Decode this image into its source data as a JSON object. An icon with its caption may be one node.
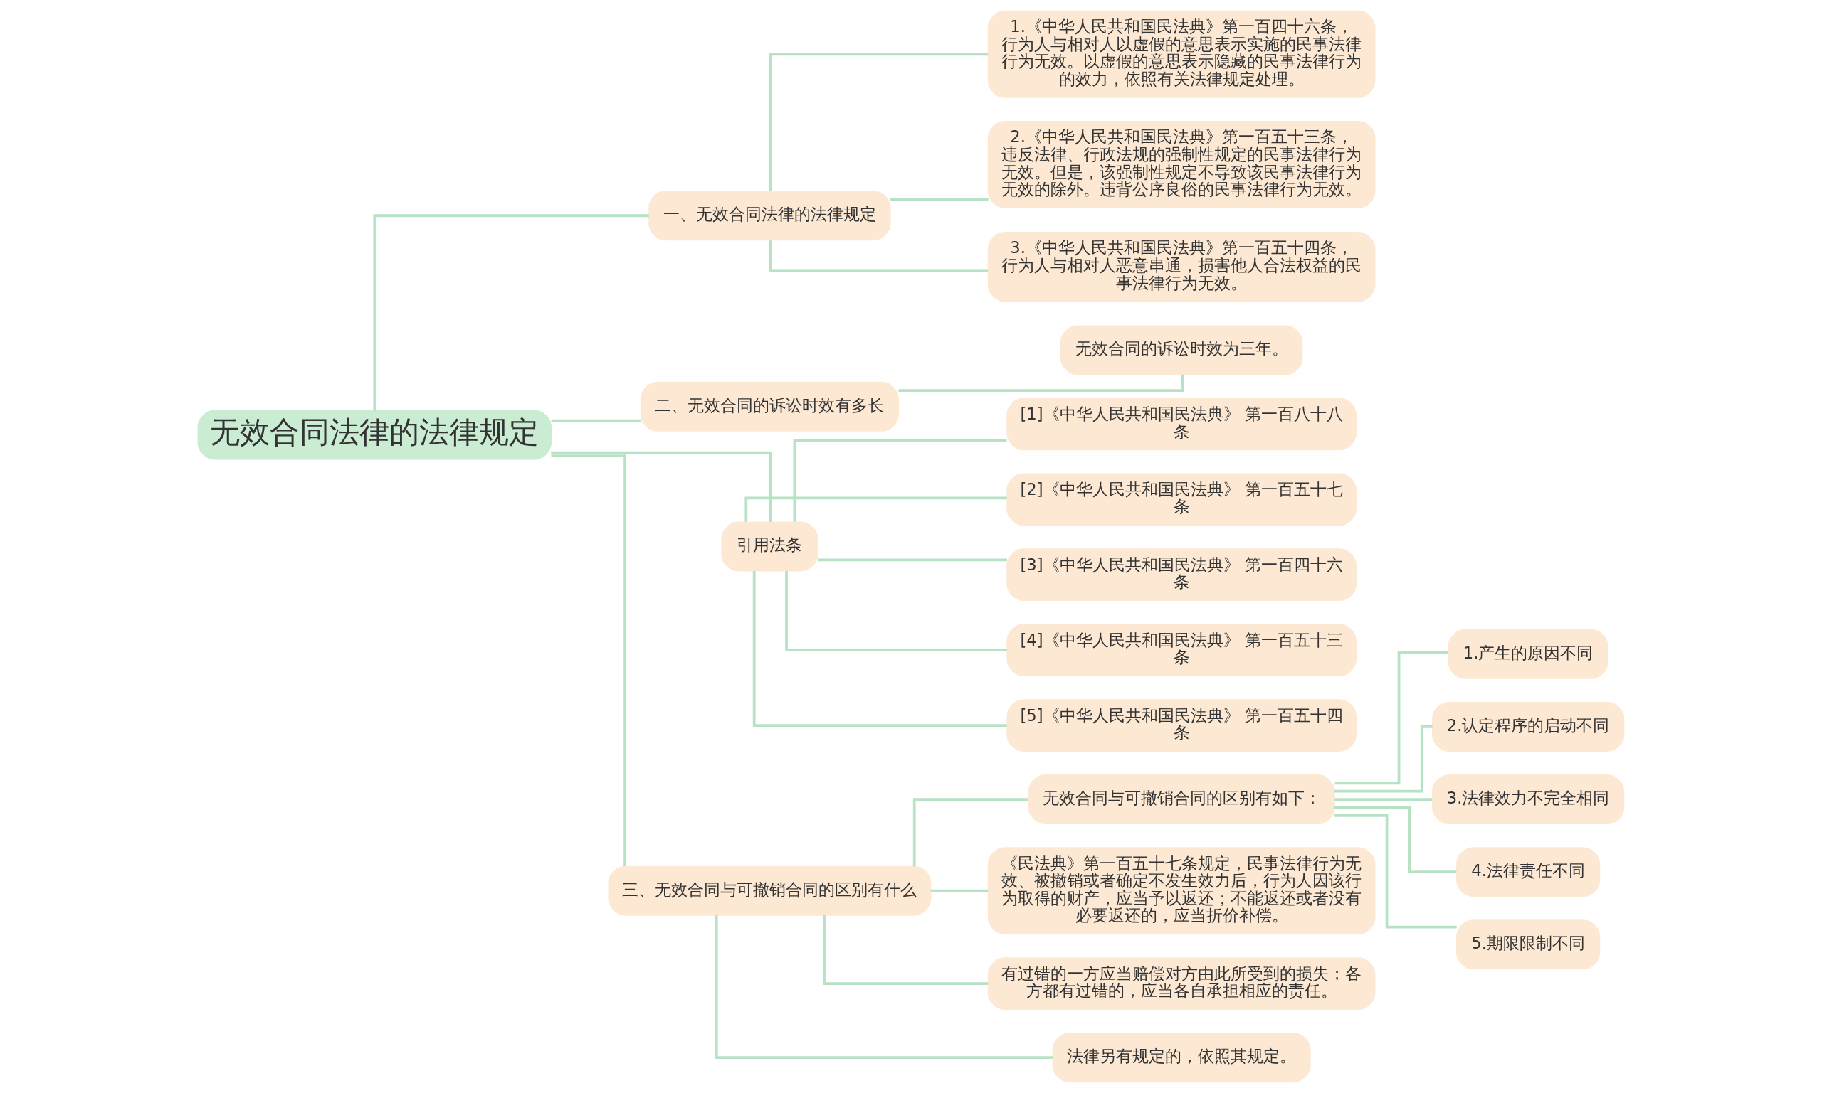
{
  "diagram": {
    "nodes": [
      {
        "text": [
          "无效合同法律的法律规定"
        ]
      },
      {
        "text": [
          "一、无效合同法律的法律规定"
        ]
      },
      {
        "text": [
          "1.《中华人民共和国民法典》第一百四十六条，行为人与相对人以虚假的意思表示实施的民事法律行为无效。以虚假的意思表示隐藏的民事法律行为的效力，依照有关法律规定处理。"
        ]
      },
      {
        "text": [
          "2.《中华人民共和国民法典》第一百五十三条，违反法律、行政法规的强制性规定的民事法律行为无效。但是，该强制性规定不导致该民事法律行为无效的除外。违背公序良俗的民事法律行为无效。"
        ]
      },
      {
        "text": [
          "3.《中华人民共和国民法典》第一百五十四条，行为人与相对人恶意串通，损害他人合法权益的民事法律行为无效。"
        ]
      },
      {
        "text": [
          "二、无效合同的诉讼时效有多长"
        ]
      },
      {
        "text": [
          "无效合同的诉讼时效为三年。"
        ]
      },
      {
        "text": [
          "引用法条"
        ]
      },
      {
        "text": [
          "[1]《中华人民共和国民法典》 第一百八十八条"
        ]
      },
      {
        "text": [
          "[2]《中华人民共和国民法典》 第一百五十七条"
        ]
      },
      {
        "text": [
          "[3]《中华人民共和国民法典》 第一百四十六条"
        ]
      },
      {
        "text": [
          "[4]《中华人民共和国民法典》 第一百五十三条"
        ]
      },
      {
        "text": [
          "[5]《中华人民共和国民法典》 第一百五十四条"
        ]
      },
      {
        "text": [
          "三、无效合同与可撤销合同的区别有什么"
        ]
      },
      {
        "text": [
          "无效合同与可撤销合同的区别有如下："
        ]
      },
      {
        "text": [
          "1.产生的原因不同"
        ]
      },
      {
        "text": [
          "2.认定程序的启动不同"
        ]
      },
      {
        "text": [
          "3.法律效力不完全相同"
        ]
      },
      {
        "text": [
          "4.法律责任不同"
        ]
      },
      {
        "text": [
          "5.期限限制不同"
        ]
      },
      {
        "text": [
          "《民法典》第一百五十七条规定，民事法律行为无效、被撤销或者确定不发生效力后，行为人因该行为取得的财产，应当予以返还；不能返还或者没有必要返还的，应当折价补偿。"
        ]
      },
      {
        "text": [
          "有过错的一方应当赔偿对方由此所受到的损失；各方都有过错的，应当各自承担相应的责任。"
        ]
      },
      {
        "text": [
          "法律另有规定的，依照其规定。"
        ]
      }
    ],
    "edges": [
      {
        "from": 0,
        "to": 1,
        "arrow": "none"
      },
      {
        "from": 1,
        "to": 2,
        "arrow": "none"
      },
      {
        "from": 1,
        "to": 3,
        "arrow": "none"
      },
      {
        "from": 1,
        "to": 4,
        "arrow": "none"
      },
      {
        "from": 0,
        "to": 5,
        "arrow": "none"
      },
      {
        "from": 5,
        "to": 6,
        "arrow": "none"
      },
      {
        "from": 0,
        "to": 7,
        "arrow": "none"
      },
      {
        "from": 7,
        "to": 8,
        "arrow": "none"
      },
      {
        "from": 7,
        "to": 9,
        "arrow": "none"
      },
      {
        "from": 7,
        "to": 10,
        "arrow": "none"
      },
      {
        "from": 7,
        "to": 11,
        "arrow": "none"
      },
      {
        "from": 7,
        "to": 12,
        "arrow": "none"
      },
      {
        "from": 0,
        "to": 13,
        "arrow": "none"
      },
      {
        "from": 13,
        "to": 14,
        "arrow": "none"
      },
      {
        "from": 14,
        "to": 15,
        "arrow": "none"
      },
      {
        "from": 14,
        "to": 16,
        "arrow": "none"
      },
      {
        "from": 14,
        "to": 17,
        "arrow": "none"
      },
      {
        "from": 14,
        "to": 18,
        "arrow": "none"
      },
      {
        "from": 14,
        "to": 19,
        "arrow": "none"
      },
      {
        "from": 13,
        "to": 20,
        "arrow": "none"
      },
      {
        "from": 13,
        "to": 21,
        "arrow": "none"
      },
      {
        "from": 13,
        "to": 22,
        "arrow": "none"
      }
    ]
  }
}
